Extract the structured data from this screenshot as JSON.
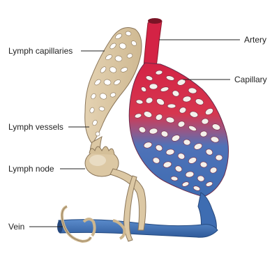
{
  "labels": {
    "lymph_capillaries": "Lymph capillaries",
    "lymph_vessels": "Lymph vessels",
    "lymph_node": "Lymph node",
    "vein": "Vein",
    "artery": "Artery",
    "capillary": "Capillary"
  },
  "colors": {
    "artery": "#d7264a",
    "vein": "#3d6fb4",
    "lymph": "#dcc8a4",
    "lymph_outline": "#8a7558"
  }
}
